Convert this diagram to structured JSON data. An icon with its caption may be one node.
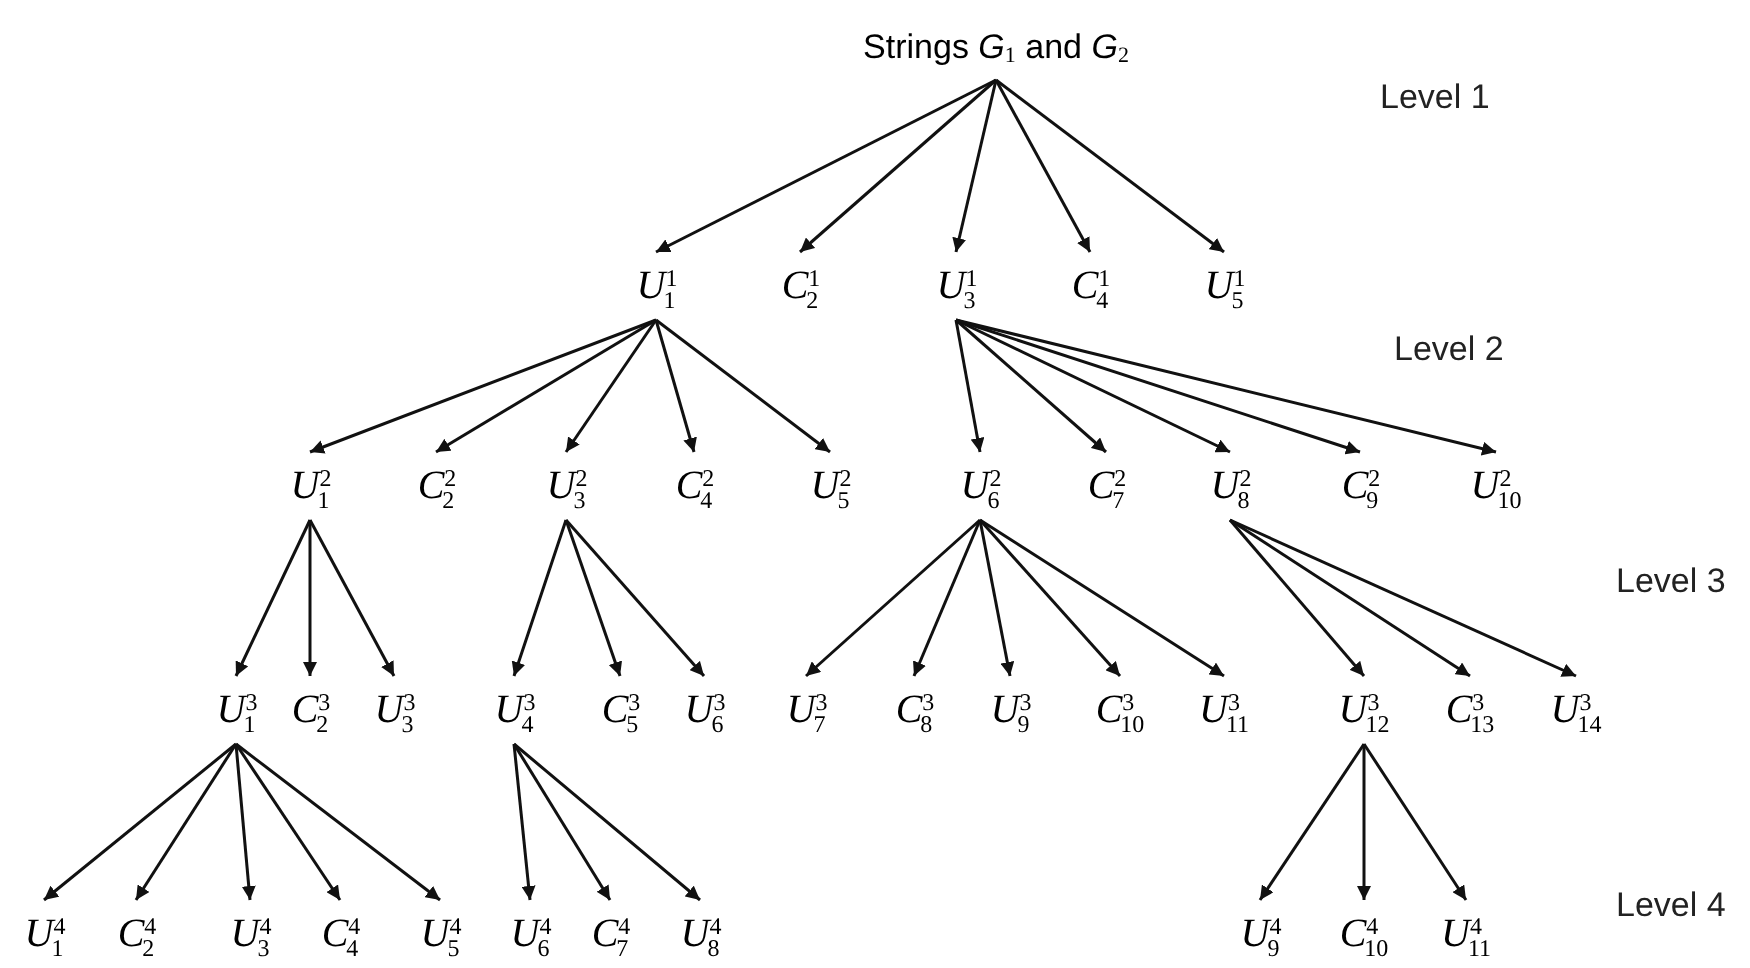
{
  "diagram": {
    "nodes": [
      {
        "text": [
          "Strings *G*$_{1}$ and *G*$_{2}$"
        ]
      },
      {
        "text": [
          "*U*$^{1}$$_{1}$"
        ]
      },
      {
        "text": [
          "*C*$^{1}$$_{2}$"
        ]
      },
      {
        "text": [
          "*U*$^{1}$$_{3}$"
        ]
      },
      {
        "text": [
          "*C*$^{1}$$_{4}$"
        ]
      },
      {
        "text": [
          "*U*$^{1}$$_{5}$"
        ]
      },
      {
        "text": [
          "*U*$^{2}$$_{1}$"
        ]
      },
      {
        "text": [
          "*C*$^{2}$$_{2}$"
        ]
      },
      {
        "text": [
          "*U*$^{2}$$_{3}$"
        ]
      },
      {
        "text": [
          "*C*$^{2}$$_{4}$"
        ]
      },
      {
        "text": [
          "*U*$^{2}$$_{5}$"
        ]
      },
      {
        "text": [
          "*U*$^{2}$$_{6}$"
        ]
      },
      {
        "text": [
          "*C*$^{2}$$_{7}$"
        ]
      },
      {
        "text": [
          "*U*$^{2}$$_{8}$"
        ]
      },
      {
        "text": [
          "*C*$^{2}$$_{9}$"
        ]
      },
      {
        "text": [
          "*U*$^{2}$$_{10}$"
        ]
      },
      {
        "text": [
          "*U*$^{3}$$_{1}$"
        ]
      },
      {
        "text": [
          "*C*$^{3}$$_{2}$"
        ]
      },
      {
        "text": [
          "*U*$^{3}$$_{3}$"
        ]
      },
      {
        "text": [
          "*U*$^{3}$$_{4}$"
        ]
      },
      {
        "text": [
          "*C*$^{3}$$_{5}$"
        ]
      },
      {
        "text": [
          "*U*$^{3}$$_{6}$"
        ]
      },
      {
        "text": [
          "*U*$^{3}$$_{7}$"
        ]
      },
      {
        "text": [
          "*C*$^{3}$$_{8}$"
        ]
      },
      {
        "text": [
          "*U*$^{3}$$_{9}$"
        ]
      },
      {
        "text": [
          "*C*$^{3}$$_{10}$"
        ]
      },
      {
        "text": [
          "*U*$^{3}$$_{11}$"
        ]
      },
      {
        "text": [
          "*U*$^{3}$$_{12}$"
        ]
      },
      {
        "text": [
          "*C*$^{3}$$_{13}$"
        ]
      },
      {
        "text": [
          "*U*$^{3}$$_{14}$"
        ]
      },
      {
        "text": [
          "*U*$^{4}$$_{1}$"
        ]
      },
      {
        "text": [
          "*C*$^{4}$$_{2}$"
        ]
      },
      {
        "text": [
          "*U*$^{4}$$_{3}$"
        ]
      },
      {
        "text": [
          "*C*$^{4}$$_{4}$"
        ]
      },
      {
        "text": [
          "*U*$^{4}$$_{5}$"
        ]
      },
      {
        "text": [
          "*U*$^{4}$$_{6}$"
        ]
      },
      {
        "text": [
          "*C*$^{4}$$_{7}$"
        ]
      },
      {
        "text": [
          "*U*$^{4}$$_{8}$"
        ]
      },
      {
        "text": [
          "*U*$^{4}$$_{9}$"
        ]
      },
      {
        "text": [
          "*C*$^{4}$$_{10}$"
        ]
      },
      {
        "text": [
          "*U*$^{4}$$_{11}$"
        ]
      }
    ],
    "edges": [
      {
        "from": 0,
        "to": 1,
        "arrow": "to"
      },
      {
        "from": 0,
        "to": 2,
        "arrow": "to"
      },
      {
        "from": 0,
        "to": 3,
        "arrow": "to"
      },
      {
        "from": 0,
        "to": 4,
        "arrow": "to"
      },
      {
        "from": 0,
        "to": 5,
        "arrow": "to"
      },
      {
        "from": 1,
        "to": 6,
        "arrow": "to"
      },
      {
        "from": 1,
        "to": 7,
        "arrow": "to"
      },
      {
        "from": 1,
        "to": 8,
        "arrow": "to"
      },
      {
        "from": 1,
        "to": 9,
        "arrow": "to"
      },
      {
        "from": 1,
        "to": 10,
        "arrow": "to"
      },
      {
        "from": 3,
        "to": 11,
        "arrow": "to"
      },
      {
        "from": 3,
        "to": 12,
        "arrow": "to"
      },
      {
        "from": 3,
        "to": 13,
        "arrow": "to"
      },
      {
        "from": 3,
        "to": 14,
        "arrow": "to"
      },
      {
        "from": 3,
        "to": 15,
        "arrow": "to"
      },
      {
        "from": 6,
        "to": 16,
        "arrow": "to"
      },
      {
        "from": 6,
        "to": 17,
        "arrow": "to"
      },
      {
        "from": 6,
        "to": 18,
        "arrow": "to"
      },
      {
        "from": 8,
        "to": 19,
        "arrow": "to"
      },
      {
        "from": 8,
        "to": 20,
        "arrow": "to"
      },
      {
        "from": 8,
        "to": 21,
        "arrow": "to"
      },
      {
        "from": 11,
        "to": 22,
        "arrow": "to"
      },
      {
        "from": 11,
        "to": 23,
        "arrow": "to"
      },
      {
        "from": 11,
        "to": 24,
        "arrow": "to"
      },
      {
        "from": 11,
        "to": 25,
        "arrow": "to"
      },
      {
        "from": 11,
        "to": 26,
        "arrow": "to"
      },
      {
        "from": 13,
        "to": 27,
        "arrow": "to"
      },
      {
        "from": 13,
        "to": 28,
        "arrow": "to"
      },
      {
        "from": 13,
        "to": 29,
        "arrow": "to"
      },
      {
        "from": 16,
        "to": 30,
        "arrow": "to"
      },
      {
        "from": 16,
        "to": 31,
        "arrow": "to"
      },
      {
        "from": 16,
        "to": 32,
        "arrow": "to"
      },
      {
        "from": 16,
        "to": 33,
        "arrow": "to"
      },
      {
        "from": 16,
        "to": 34,
        "arrow": "to"
      },
      {
        "from": 19,
        "to": 35,
        "arrow": "to"
      },
      {
        "from": 19,
        "to": 36,
        "arrow": "to"
      },
      {
        "from": 19,
        "to": 37,
        "arrow": "to"
      },
      {
        "from": 27,
        "to": 38,
        "arrow": "to"
      },
      {
        "from": 27,
        "to": 39,
        "arrow": "to"
      },
      {
        "from": 27,
        "to": 40,
        "arrow": "to"
      }
    ],
    "labels": [
      "Level 1",
      "Level 2",
      "Level 3",
      "Level 4"
    ]
  }
}
